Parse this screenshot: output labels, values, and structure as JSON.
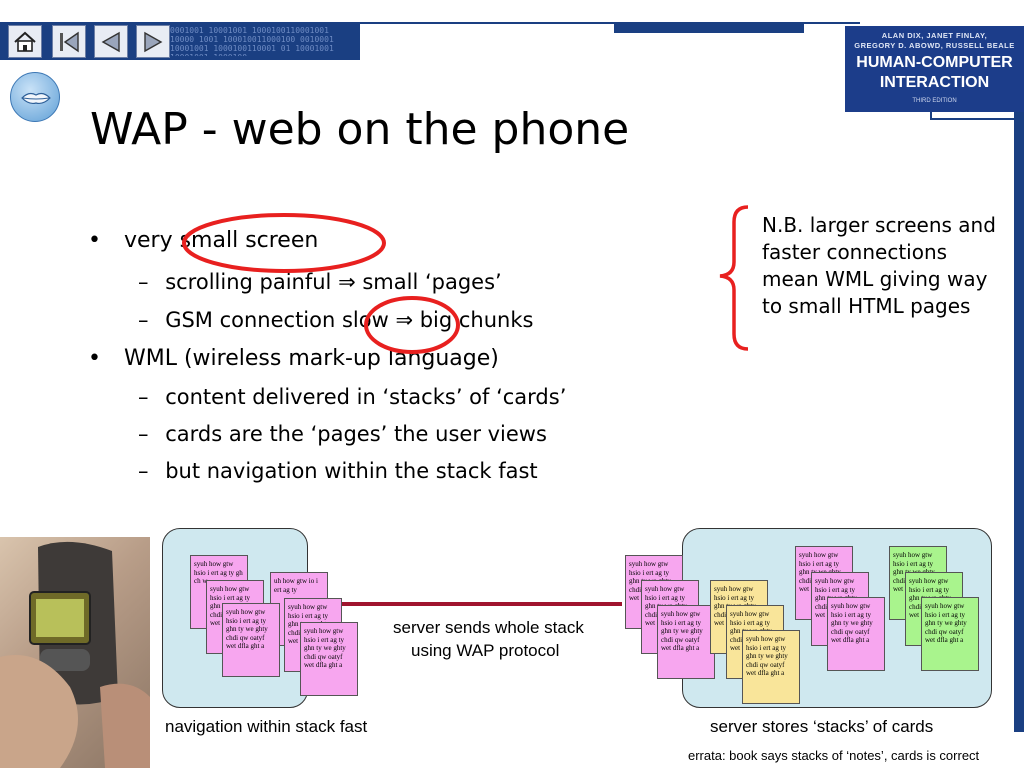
{
  "nav": {
    "binary": "0001001 10001001 1000100110001001 10000 1001 100010011000100 0010001 10001001 1000100110001 01 10001001 10001001 1000100",
    "buttons": [
      "home-icon",
      "first-slide-icon",
      "previous-slide-icon",
      "next-slide-icon"
    ]
  },
  "book": {
    "authors_line1": "ALAN DIX, JANET FINLAY,",
    "authors_line2": "GREGORY D. ABOWD, RUSSELL BEALE",
    "title_line1": "HUMAN-COMPUTER",
    "title_line2": "INTERACTION",
    "edition": "THIRD EDITION"
  },
  "slide": {
    "title": "WAP - web on the phone",
    "bullets": [
      {
        "text": "very small screen",
        "subs": [
          "scrolling painful ⇒ small ‘pages’",
          "GSM connection slow ⇒ big chunks"
        ]
      },
      {
        "text": "WML (wireless mark-up language)",
        "subs": [
          "content delivered in ‘stacks’ of ‘cards’",
          "cards are the ‘pages’ the user views",
          "but navigation within the stack fast"
        ]
      }
    ],
    "bullet_marker": "•",
    "sub_marker": "–",
    "note": "N.B. larger screens and faster connections mean WML giving way to small HTML pages"
  },
  "diagram": {
    "card_text": "syuh how gtw hsio i ert ag ty ghn ty we ghty chdi qw oatyf wet dfla ght a",
    "card_text_partial_left": "syuh how gtw hsio i ert ag ty gh ch w",
    "card_text_partial_right": "uh how gtw io i ert ag ty",
    "arrow_caption_line1": "server sends whole stack",
    "arrow_caption_line2": "using WAP protocol",
    "left_caption": "navigation within stack fast",
    "right_caption": "server stores ‘stacks’ of cards"
  },
  "errata": "errata: book says stacks of ‘notes’, cards is correct",
  "colors": {
    "navy": "#1a3f82",
    "highlight_red": "#e8201f",
    "arrow": "#a0142e",
    "stack_box": "#cfe8ef",
    "card_pink": "#f7a6ef",
    "card_yellow": "#f9e59a",
    "card_green": "#a9f48d"
  }
}
